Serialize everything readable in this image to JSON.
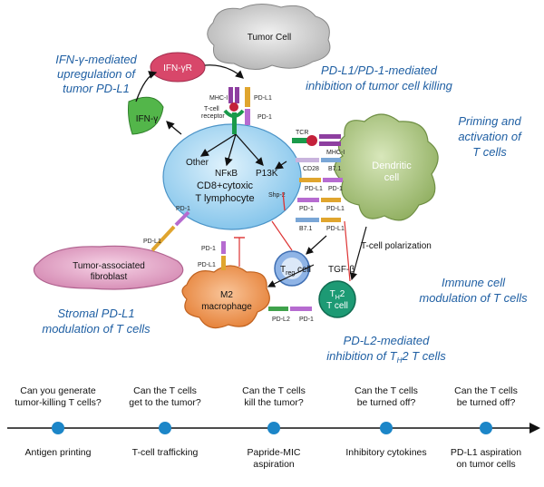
{
  "cells": {
    "tumor": "Tumor Cell",
    "ifngr": "IFN-γR",
    "ifng": "IFN-γ",
    "tcell_line1": "CD8+cytoxic",
    "tcell_line2": "T lymphocyte",
    "dendritic_line1": "Dendritic",
    "dendritic_line2": "cell",
    "fibroblast_line1": "Tumor-associated",
    "fibroblast_line2": "fibroblast",
    "m2_line1": "M2",
    "m2_line2": "macrophage",
    "treg": "T",
    "treg_sub": "reg",
    "treg_suffix": " cell",
    "th2_line1": "T",
    "th2_sub": "H",
    "th2_suffix": "2",
    "th2_line2": "T cell"
  },
  "signals": {
    "other": "Other",
    "nfkb": "NFκB",
    "p13k": "P13K",
    "shp2": "Shp-2",
    "tgfb": "TGF-β",
    "polarization": "T-cell polarization"
  },
  "molecules": {
    "mhc1_top": "MHC-I",
    "tcr_top_line1": "T-cell",
    "tcr_top_line2": "receptor",
    "pdl1": "PD-L1",
    "pd1": "PD-1",
    "tcr": "TCR",
    "mhc1": "MHC-I",
    "cd28": "CD28",
    "b71": "B7.1",
    "pdl2": "PD-L2"
  },
  "captions": {
    "ifn_line1": "IFN-γ-mediated",
    "ifn_line2": "upregulation of",
    "ifn_line3": "tumor PD-L1",
    "inhib_line1": "PD-L1/PD-1-mediated",
    "inhib_line2": "inhibition of tumor cell killing",
    "priming_line1": "Priming and",
    "priming_line2": "activation of",
    "priming_line3": "T cells",
    "immune_line1": "Immune cell",
    "immune_line2": "modulation of T cells",
    "stromal_line1": "Stromal PD-L1",
    "stromal_line2": "modulation of T cells",
    "pdl2_line1": "PD-L2-mediated",
    "pdl2_line2a": "inhibition of T",
    "pdl2_line2sub": "H",
    "pdl2_line2b": "2 T cells"
  },
  "timeline": {
    "questions": [
      [
        "Can you generate",
        "tumor-killing T cells?"
      ],
      [
        "Can the T cells",
        "get to the tumor?"
      ],
      [
        "Can the T cells",
        "kill the tumor?"
      ],
      [
        "Can the T cells",
        "be turned off?"
      ],
      [
        "Can the T cells",
        "be turned off?"
      ]
    ],
    "steps": [
      [
        "Antigen printing"
      ],
      [
        "T-cell trafficking"
      ],
      [
        "Papride-MIC",
        "aspiration"
      ],
      [
        "Inhibitory cytokines"
      ],
      [
        "PD-L1 aspiration",
        "on tumor cells"
      ]
    ]
  },
  "colors": {
    "caption": "#1f5fa3",
    "tcell": "#9fd3f1",
    "dendritic": "#a9c27e",
    "fibroblast": "#e3a4c6",
    "m2": "#ef9b5a",
    "th2": "#1d9a74",
    "treg": "#8fb4e6",
    "ifngr": "#d8476a",
    "ifng": "#53b64a",
    "tumor": "#c9c9c9",
    "dot": "#1c86c8"
  }
}
